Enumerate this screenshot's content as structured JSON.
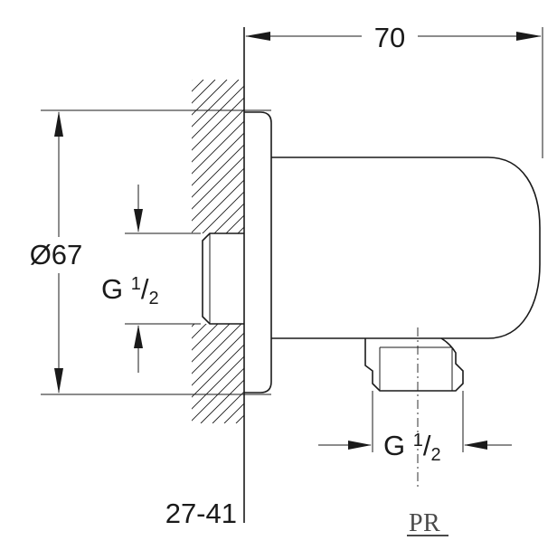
{
  "dimensions": {
    "overall_length": "70",
    "diameter": "Ø67",
    "wall_thread": {
      "base": "G ",
      "sup": "1",
      "sub": "2"
    },
    "outlet_thread": {
      "base": "G ",
      "sup": "1",
      "sub": "2"
    },
    "wall_depth_range": "27-41"
  },
  "logo": {
    "text": "PR"
  }
}
